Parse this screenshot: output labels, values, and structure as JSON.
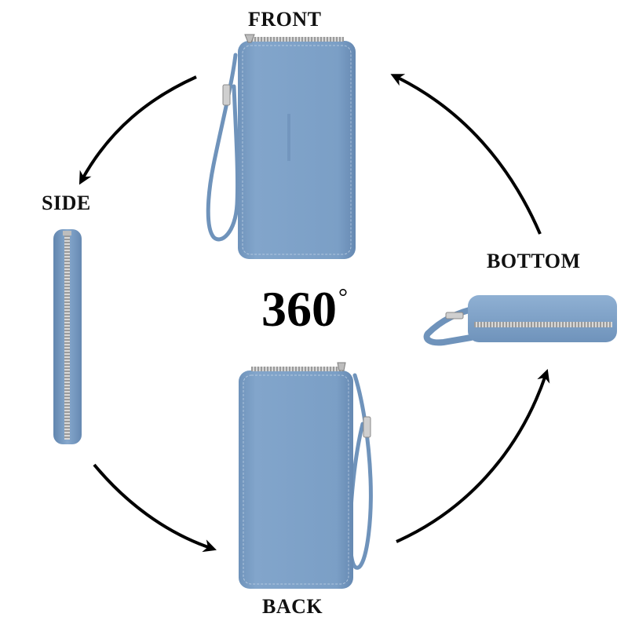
{
  "views": {
    "front": "FRONT",
    "side": "SIDE",
    "bottom": "BOTTOM",
    "back": "BACK"
  },
  "rotation": {
    "value": "360",
    "unit": "°"
  },
  "colors": {
    "leather": "#7a9ec4",
    "leather_dark": "#5f84ad",
    "leather_light": "#95b5d6",
    "stitch": "#c9d9ea",
    "zipper": "#c8c8c8",
    "arrow": "#000000",
    "label": "#111111"
  },
  "icons": {
    "arrows": "curved-arrow"
  }
}
